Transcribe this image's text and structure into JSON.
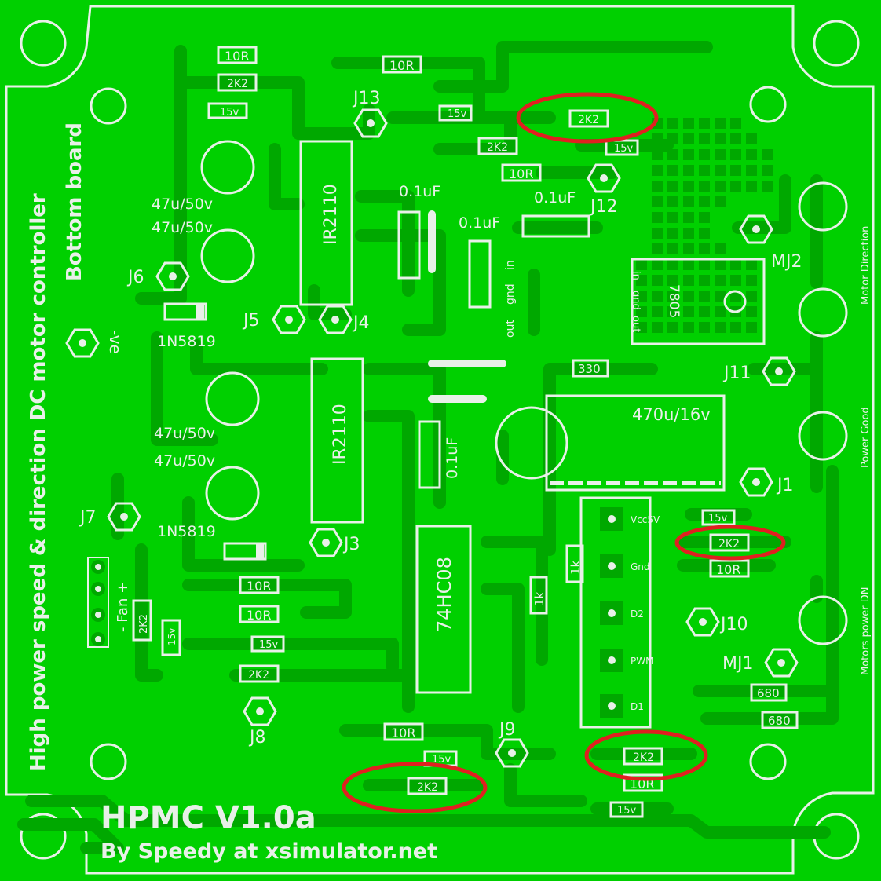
{
  "board": {
    "title": "HPMC V1.0a",
    "credit": "By Speedy at xsimulator.net",
    "side_label": "Bottom board",
    "vertical_title": "High power speed & direction DC motor controller",
    "right_labels": [
      "Motor Direction",
      "Power Good",
      "Motors power DN"
    ],
    "ground_label": "-ve",
    "fan_label": "- Fan +"
  },
  "connectors": [
    "J1",
    "J3",
    "J4",
    "J5",
    "J6",
    "J7",
    "J8",
    "J9",
    "J10",
    "J11",
    "J12",
    "J13",
    "MJ1",
    "MJ2"
  ],
  "chips": {
    "u1": "IR2110",
    "u2": "IR2110",
    "u3": "74HC08",
    "reg": "7805"
  },
  "regulator_pins": [
    "in",
    "gnd",
    "out"
  ],
  "regulator_pins_mirrored": [
    "in",
    "gnd",
    "out"
  ],
  "capacitors": {
    "c_47a": "47u/50v",
    "c_47b": "47u/50v",
    "c_47c": "47u/50v",
    "c_47d": "47u/50v",
    "c_01a": "0.1uF",
    "c_01b": "0.1uF",
    "c_01c": "0.1uF",
    "c_01d": "0.1uF",
    "c_470": "470u/16v"
  },
  "diodes": {
    "d1": "1N5819",
    "d2": "1N5819"
  },
  "resistors": {
    "r_10r_1": "10R",
    "r_2k2_1": "2K2",
    "z_15v_1": "15v",
    "r_10r_2": "10R",
    "z_15v_2": "15v",
    "r_2k2_hl1": "2K2",
    "r_2k2_2": "2K2",
    "z_15v_3": "15v",
    "r_10r_3": "10R",
    "r_330": "330",
    "r_1k_a": "1k",
    "r_1k_b": "1k",
    "z_15v_4": "15v",
    "r_2k2_hl2": "2K2",
    "r_10r_4": "10R",
    "r_10r_5": "10R",
    "r_10r_6": "10R",
    "z_15v_5": "15v",
    "r_2k2_3": "2K2",
    "r_2k2_fan": "2K2",
    "z_15v_fan": "15v",
    "r_10r_7": "10R",
    "z_15v_6": "15v",
    "r_2k2_hl3": "2K2",
    "r_2k2_hl4": "2K2",
    "r_10r_8": "10R",
    "z_15v_7": "15v",
    "r_680_1": "680",
    "r_680_2": "680"
  },
  "header_pins": [
    "Vcc5V",
    "Gnd",
    "D2",
    "PWM",
    "D1"
  ]
}
